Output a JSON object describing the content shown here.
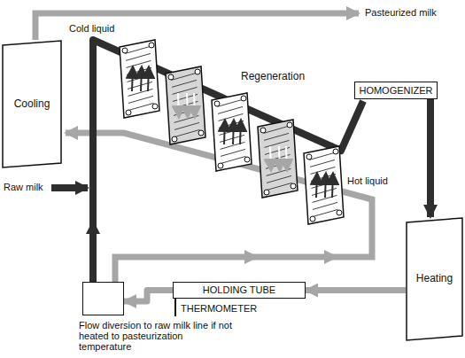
{
  "diagram": {
    "nodes": [
      {
        "text": [
          "Cooling"
        ]
      },
      {
        "text": [
          "HOMOGENIZER"
        ]
      },
      {
        "text": [
          "Heating"
        ]
      },
      {
        "text": [
          "HOLDING TUBE"
        ]
      },
      {
        "text": [
          "Flow diversion to raw milk line if not heated to pasteurization temperature"
        ]
      }
    ],
    "edges": [
      {
        "from": 1,
        "to": 2,
        "arrow": "to"
      },
      {
        "from": 2,
        "to": 3,
        "arrow": "to"
      },
      {
        "from": 3,
        "to": 4,
        "arrow": "to"
      }
    ],
    "labels": [
      "Pasteurized milk",
      "Cold liquid",
      "Regeneration",
      "Raw milk",
      "Hot liquid",
      "THERMOMETER"
    ]
  }
}
